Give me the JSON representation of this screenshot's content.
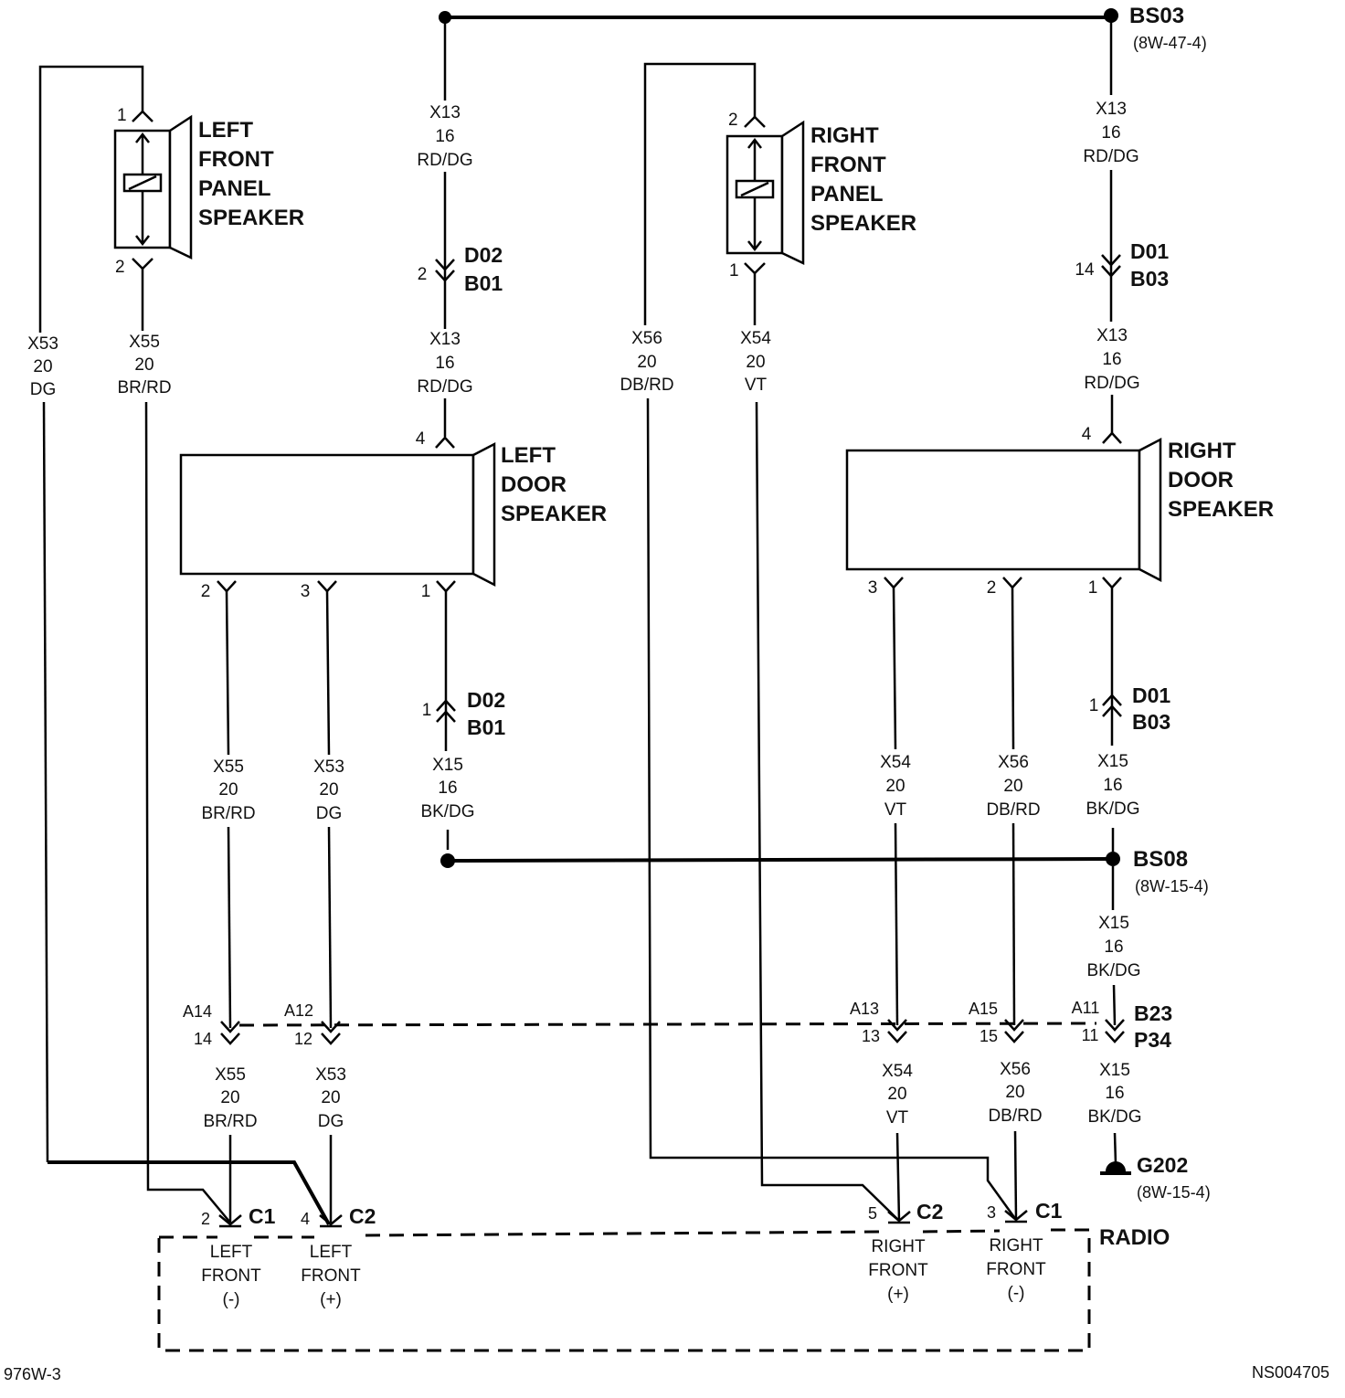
{
  "components": {
    "left_front_panel_speaker": {
      "line1": "LEFT",
      "line2": "FRONT",
      "line3": "PANEL",
      "line4": "SPEAKER",
      "pin_top": "1",
      "pin_bottom": "2"
    },
    "right_front_panel_speaker": {
      "line1": "RIGHT",
      "line2": "FRONT",
      "line3": "PANEL",
      "line4": "SPEAKER",
      "pin_top": "2",
      "pin_bottom": "1"
    },
    "left_door_speaker": {
      "line1": "LEFT",
      "line2": "DOOR",
      "line3": "SPEAKER",
      "pin_top": "4",
      "pin_a": "2",
      "pin_b": "3",
      "pin_c": "1"
    },
    "right_door_speaker": {
      "line1": "RIGHT",
      "line2": "DOOR",
      "line3": "SPEAKER",
      "pin_top": "4",
      "pin_a": "3",
      "pin_b": "2",
      "pin_c": "1"
    },
    "radio": {
      "label": "RADIO",
      "c1_left": {
        "pin": "2",
        "conn": "C1",
        "l1": "LEFT",
        "l2": "FRONT",
        "l3": "(-)"
      },
      "c2_left": {
        "pin": "4",
        "conn": "C2",
        "l1": "LEFT",
        "l2": "FRONT",
        "l3": "(+)"
      },
      "c2_right": {
        "pin": "5",
        "conn": "C2",
        "l1": "RIGHT",
        "l2": "FRONT",
        "l3": "(+)"
      },
      "c1_right": {
        "pin": "3",
        "conn": "C1",
        "l1": "RIGHT",
        "l2": "FRONT",
        "l3": "(-)"
      }
    }
  },
  "splices": {
    "bs03": {
      "name": "BS03",
      "ref": "(8W-47-4)"
    },
    "bs08": {
      "name": "BS08",
      "ref": "(8W-15-4)"
    },
    "g202": {
      "name": "G202",
      "ref": "(8W-15-4)"
    }
  },
  "connectors": {
    "d02_top": {
      "l1": "D02",
      "l2": "B01",
      "pin": "2"
    },
    "d01_top": {
      "l1": "D01",
      "l2": "B03",
      "pin": "14"
    },
    "d02_bot": {
      "l1": "D02",
      "l2": "B01",
      "pin": "1"
    },
    "d01_bot": {
      "l1": "D01",
      "l2": "B03",
      "pin": "1"
    },
    "b23": {
      "l1": "B23",
      "l2": "P34"
    },
    "inline_pins": [
      {
        "cav": "A14",
        "pin": "14"
      },
      {
        "cav": "A12",
        "pin": "12"
      },
      {
        "cav": "A13",
        "pin": "13"
      },
      {
        "cav": "A15",
        "pin": "15"
      },
      {
        "cav": "A11",
        "pin": "11"
      }
    ]
  },
  "wires": {
    "x53_left": {
      "c": "X53",
      "g": "20",
      "col": "DG"
    },
    "x55_left": {
      "c": "X55",
      "g": "20",
      "col": "BR/RD"
    },
    "x13_a": {
      "c": "X13",
      "g": "16",
      "col": "RD/DG"
    },
    "x13_b": {
      "c": "X13",
      "g": "16",
      "col": "RD/DG"
    },
    "x56_mid": {
      "c": "X56",
      "g": "20",
      "col": "DB/RD"
    },
    "x54_mid": {
      "c": "X54",
      "g": "20",
      "col": "VT"
    },
    "x13_c": {
      "c": "X13",
      "g": "16",
      "col": "RD/DG"
    },
    "x13_d": {
      "c": "X13",
      "g": "16",
      "col": "RD/DG"
    },
    "x55_mid": {
      "c": "X55",
      "g": "20",
      "col": "BR/RD"
    },
    "x53_mid": {
      "c": "X53",
      "g": "20",
      "col": "DG"
    },
    "x15_a": {
      "c": "X15",
      "g": "16",
      "col": "BK/DG"
    },
    "x54_r": {
      "c": "X54",
      "g": "20",
      "col": "VT"
    },
    "x56_r": {
      "c": "X56",
      "g": "20",
      "col": "DB/RD"
    },
    "x15_b": {
      "c": "X15",
      "g": "16",
      "col": "BK/DG"
    },
    "x15_c": {
      "c": "X15",
      "g": "16",
      "col": "BK/DG"
    },
    "x55_low": {
      "c": "X55",
      "g": "20",
      "col": "BR/RD"
    },
    "x53_low": {
      "c": "X53",
      "g": "20",
      "col": "DG"
    },
    "x54_low": {
      "c": "X54",
      "g": "20",
      "col": "VT"
    },
    "x56_low": {
      "c": "X56",
      "g": "20",
      "col": "DB/RD"
    },
    "x15_low": {
      "c": "X15",
      "g": "16",
      "col": "BK/DG"
    }
  },
  "footer": {
    "left": "976W-3",
    "right": "NS004705"
  }
}
